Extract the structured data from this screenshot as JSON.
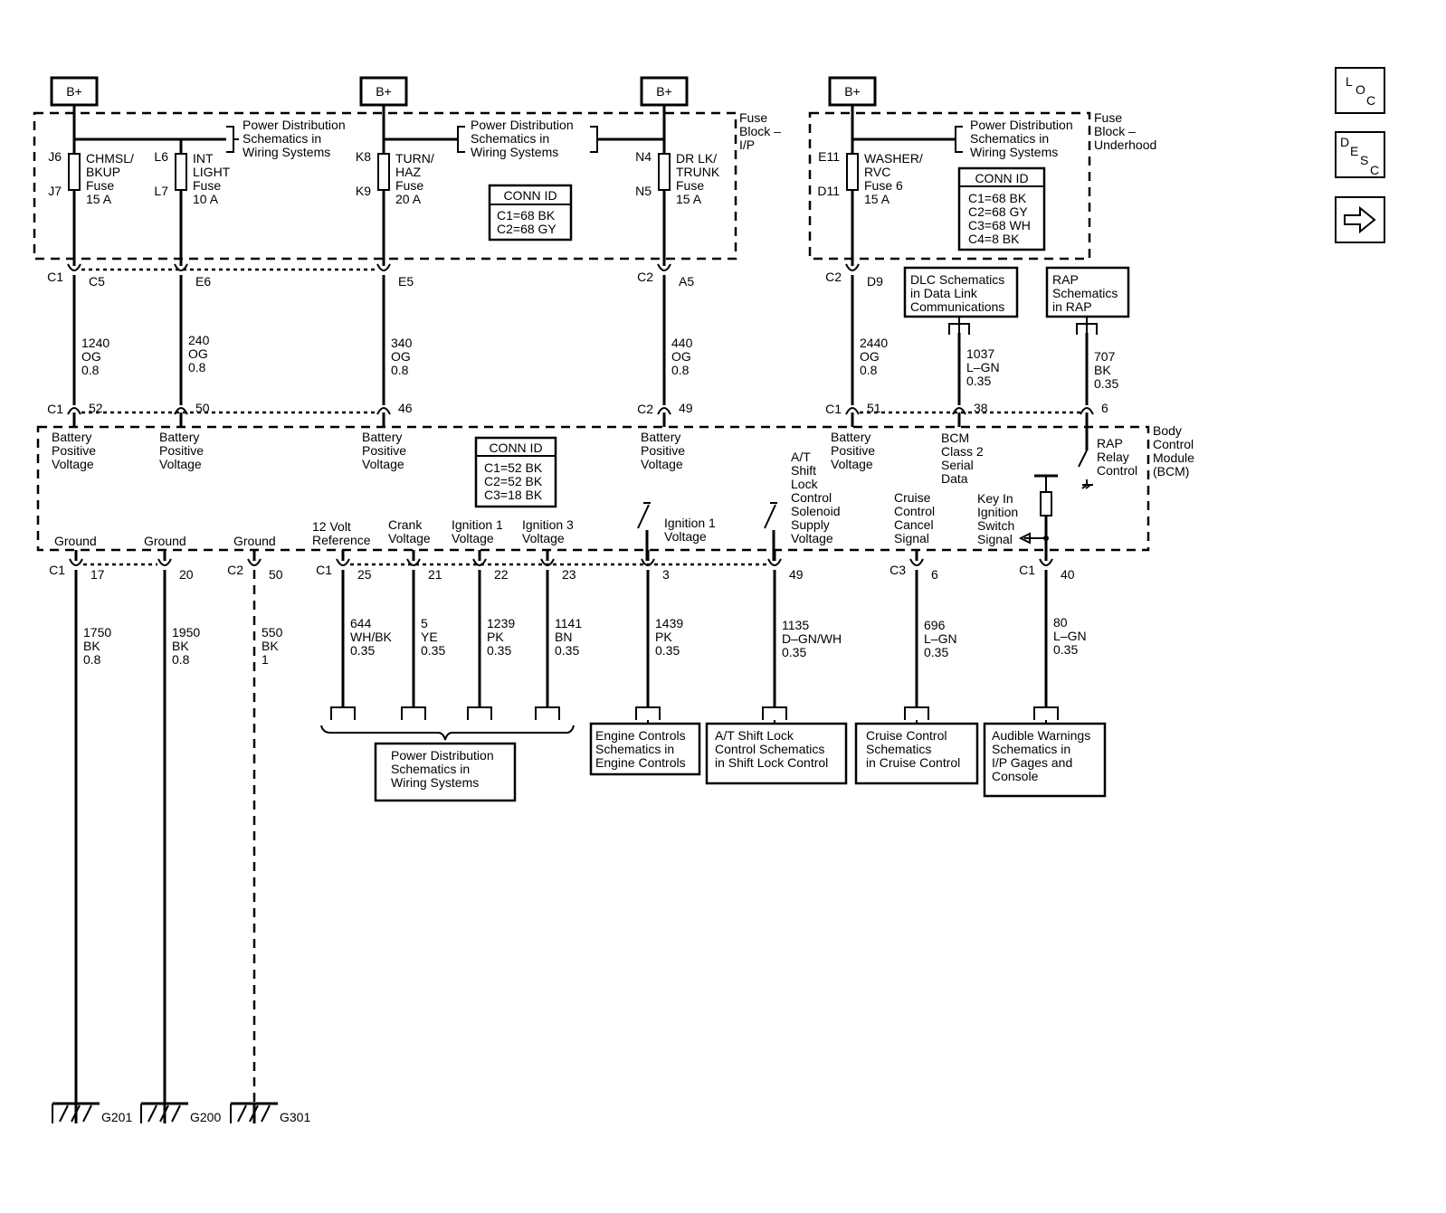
{
  "bplus": "B+",
  "nav": {
    "loc": [
      "L",
      "O",
      "C"
    ],
    "desc": [
      "D",
      "E",
      "S",
      "C"
    ]
  },
  "fuse_block_ip": {
    "label": [
      "Fuse",
      "Block –",
      "I/P"
    ],
    "conn_id": {
      "title": "CONN ID",
      "lines": [
        "C1=68 BK",
        "C2=68 GY"
      ]
    }
  },
  "fuse_block_uh": {
    "label": [
      "Fuse",
      "Block –",
      "Underhood"
    ],
    "conn_id": {
      "title": "CONN ID",
      "lines": [
        "C1=68 BK",
        "C2=68 GY",
        "C3=68 WH",
        "C4=8 BK"
      ]
    }
  },
  "pd_ref": [
    "Power Distribution",
    "Schematics in",
    "Wiring Systems"
  ],
  "fuses": [
    {
      "top": "J6",
      "bot": "J7",
      "name": [
        "CHMSL/",
        "BKUP",
        "Fuse",
        "15 A"
      ]
    },
    {
      "top": "L6",
      "bot": "L7",
      "name": [
        "INT",
        "LIGHT",
        "Fuse",
        "10 A"
      ]
    },
    {
      "top": "K8",
      "bot": "K9",
      "name": [
        "TURN/",
        "HAZ",
        "Fuse",
        "20 A"
      ]
    },
    {
      "top": "N4",
      "bot": "N5",
      "name": [
        "DR LK/",
        "TRUNK",
        "Fuse",
        "15 A"
      ]
    },
    {
      "top": "E11",
      "bot": "D11",
      "name": [
        "WASHER/",
        "RVC",
        "Fuse 6",
        "15 A"
      ]
    }
  ],
  "fuse_connectors": [
    {
      "conn": "C1",
      "pin": "C5"
    },
    {
      "conn": "",
      "pin": "E6"
    },
    {
      "conn": "",
      "pin": "E5"
    },
    {
      "conn": "C2",
      "pin": "A5"
    },
    {
      "conn": "C2",
      "pin": "D9"
    }
  ],
  "upper_wires": [
    [
      "1240",
      "OG",
      "0.8"
    ],
    [
      "240",
      "OG",
      "0.8"
    ],
    [
      "340",
      "OG",
      "0.8"
    ],
    [
      "440",
      "OG",
      "0.8"
    ],
    [
      "2440",
      "OG",
      "0.8"
    ],
    [
      "1037",
      "L–GN",
      "0.35"
    ],
    [
      "707",
      "BK",
      "0.35"
    ]
  ],
  "dlc_ref": [
    "DLC Schematics",
    "in Data Link",
    "Communications"
  ],
  "rap_ref": [
    "RAP",
    "Schematics",
    "in RAP"
  ],
  "bcm_top_pins": [
    {
      "conn": "C1",
      "pin": "52"
    },
    {
      "conn": "",
      "pin": "50"
    },
    {
      "conn": "",
      "pin": "46"
    },
    {
      "conn": "C2",
      "pin": "49"
    },
    {
      "conn": "C1",
      "pin": "51"
    },
    {
      "conn": "",
      "pin": "38"
    },
    {
      "conn": "",
      "pin": "6"
    }
  ],
  "bcm": {
    "label": [
      "Body",
      "Control",
      "Module",
      "(BCM)"
    ],
    "conn_id": {
      "title": "CONN ID",
      "lines": [
        "C1=52 BK",
        "C2=52 BK",
        "C3=18 BK"
      ]
    },
    "bpv": [
      "Battery",
      "Positive",
      "Voltage"
    ],
    "serial": [
      "BCM",
      "Class 2",
      "Serial",
      "Data"
    ],
    "rap_relay": [
      "RAP",
      "Relay",
      "Control"
    ],
    "atshift": [
      "A/T",
      "Shift",
      "Lock",
      "Control",
      "Solenoid",
      "Supply",
      "Voltage"
    ],
    "ground": "Ground",
    "volt12": [
      "12 Volt",
      "Reference"
    ],
    "crank": [
      "Crank",
      "Voltage"
    ],
    "ign1": [
      "Ignition 1",
      "Voltage"
    ],
    "ign3": [
      "Ignition 3",
      "Voltage"
    ],
    "ign1b": [
      "Ignition 1",
      "Voltage"
    ],
    "cruise": [
      "Cruise",
      "Control",
      "Cancel",
      "Signal"
    ],
    "keyin": [
      "Key In",
      "Ignition",
      "Switch",
      "Signal"
    ]
  },
  "bcm_bottom_pins": [
    {
      "conn": "C1",
      "pin": "17"
    },
    {
      "conn": "",
      "pin": "20"
    },
    {
      "conn": "C2",
      "pin": "50"
    },
    {
      "conn": "C1",
      "pin": "25"
    },
    {
      "conn": "",
      "pin": "21"
    },
    {
      "conn": "",
      "pin": "22"
    },
    {
      "conn": "",
      "pin": "23"
    },
    {
      "conn": "",
      "pin": "3"
    },
    {
      "conn": "",
      "pin": "49"
    },
    {
      "conn": "C3",
      "pin": "6"
    },
    {
      "conn": "C1",
      "pin": "40"
    }
  ],
  "lower_wires": [
    [
      "1750",
      "BK",
      "0.8"
    ],
    [
      "1950",
      "BK",
      "0.8"
    ],
    [
      "550",
      "BK",
      "1"
    ],
    [
      "644",
      "WH/BK",
      "0.35"
    ],
    [
      "5",
      "YE",
      "0.35"
    ],
    [
      "1239",
      "PK",
      "0.35"
    ],
    [
      "1141",
      "BN",
      "0.35"
    ],
    [
      "1439",
      "PK",
      "0.35"
    ],
    [
      "1135",
      "D–GN/WH",
      "0.35"
    ],
    [
      "696",
      "L–GN",
      "0.35"
    ],
    [
      "80",
      "L–GN",
      "0.35"
    ]
  ],
  "grounds": [
    "G201",
    "G200",
    "G301"
  ],
  "refs": {
    "engine": [
      "Engine Controls",
      "Schematics in",
      "Engine Controls"
    ],
    "shiftlock": [
      "A/T Shift Lock",
      "Control Schematics",
      "in Shift Lock Control"
    ],
    "cruise": [
      "Cruise Control",
      "Schematics",
      "in Cruise Control"
    ],
    "audible": [
      "Audible Warnings",
      "Schematics in",
      "I/P Gages and",
      "Console"
    ]
  }
}
